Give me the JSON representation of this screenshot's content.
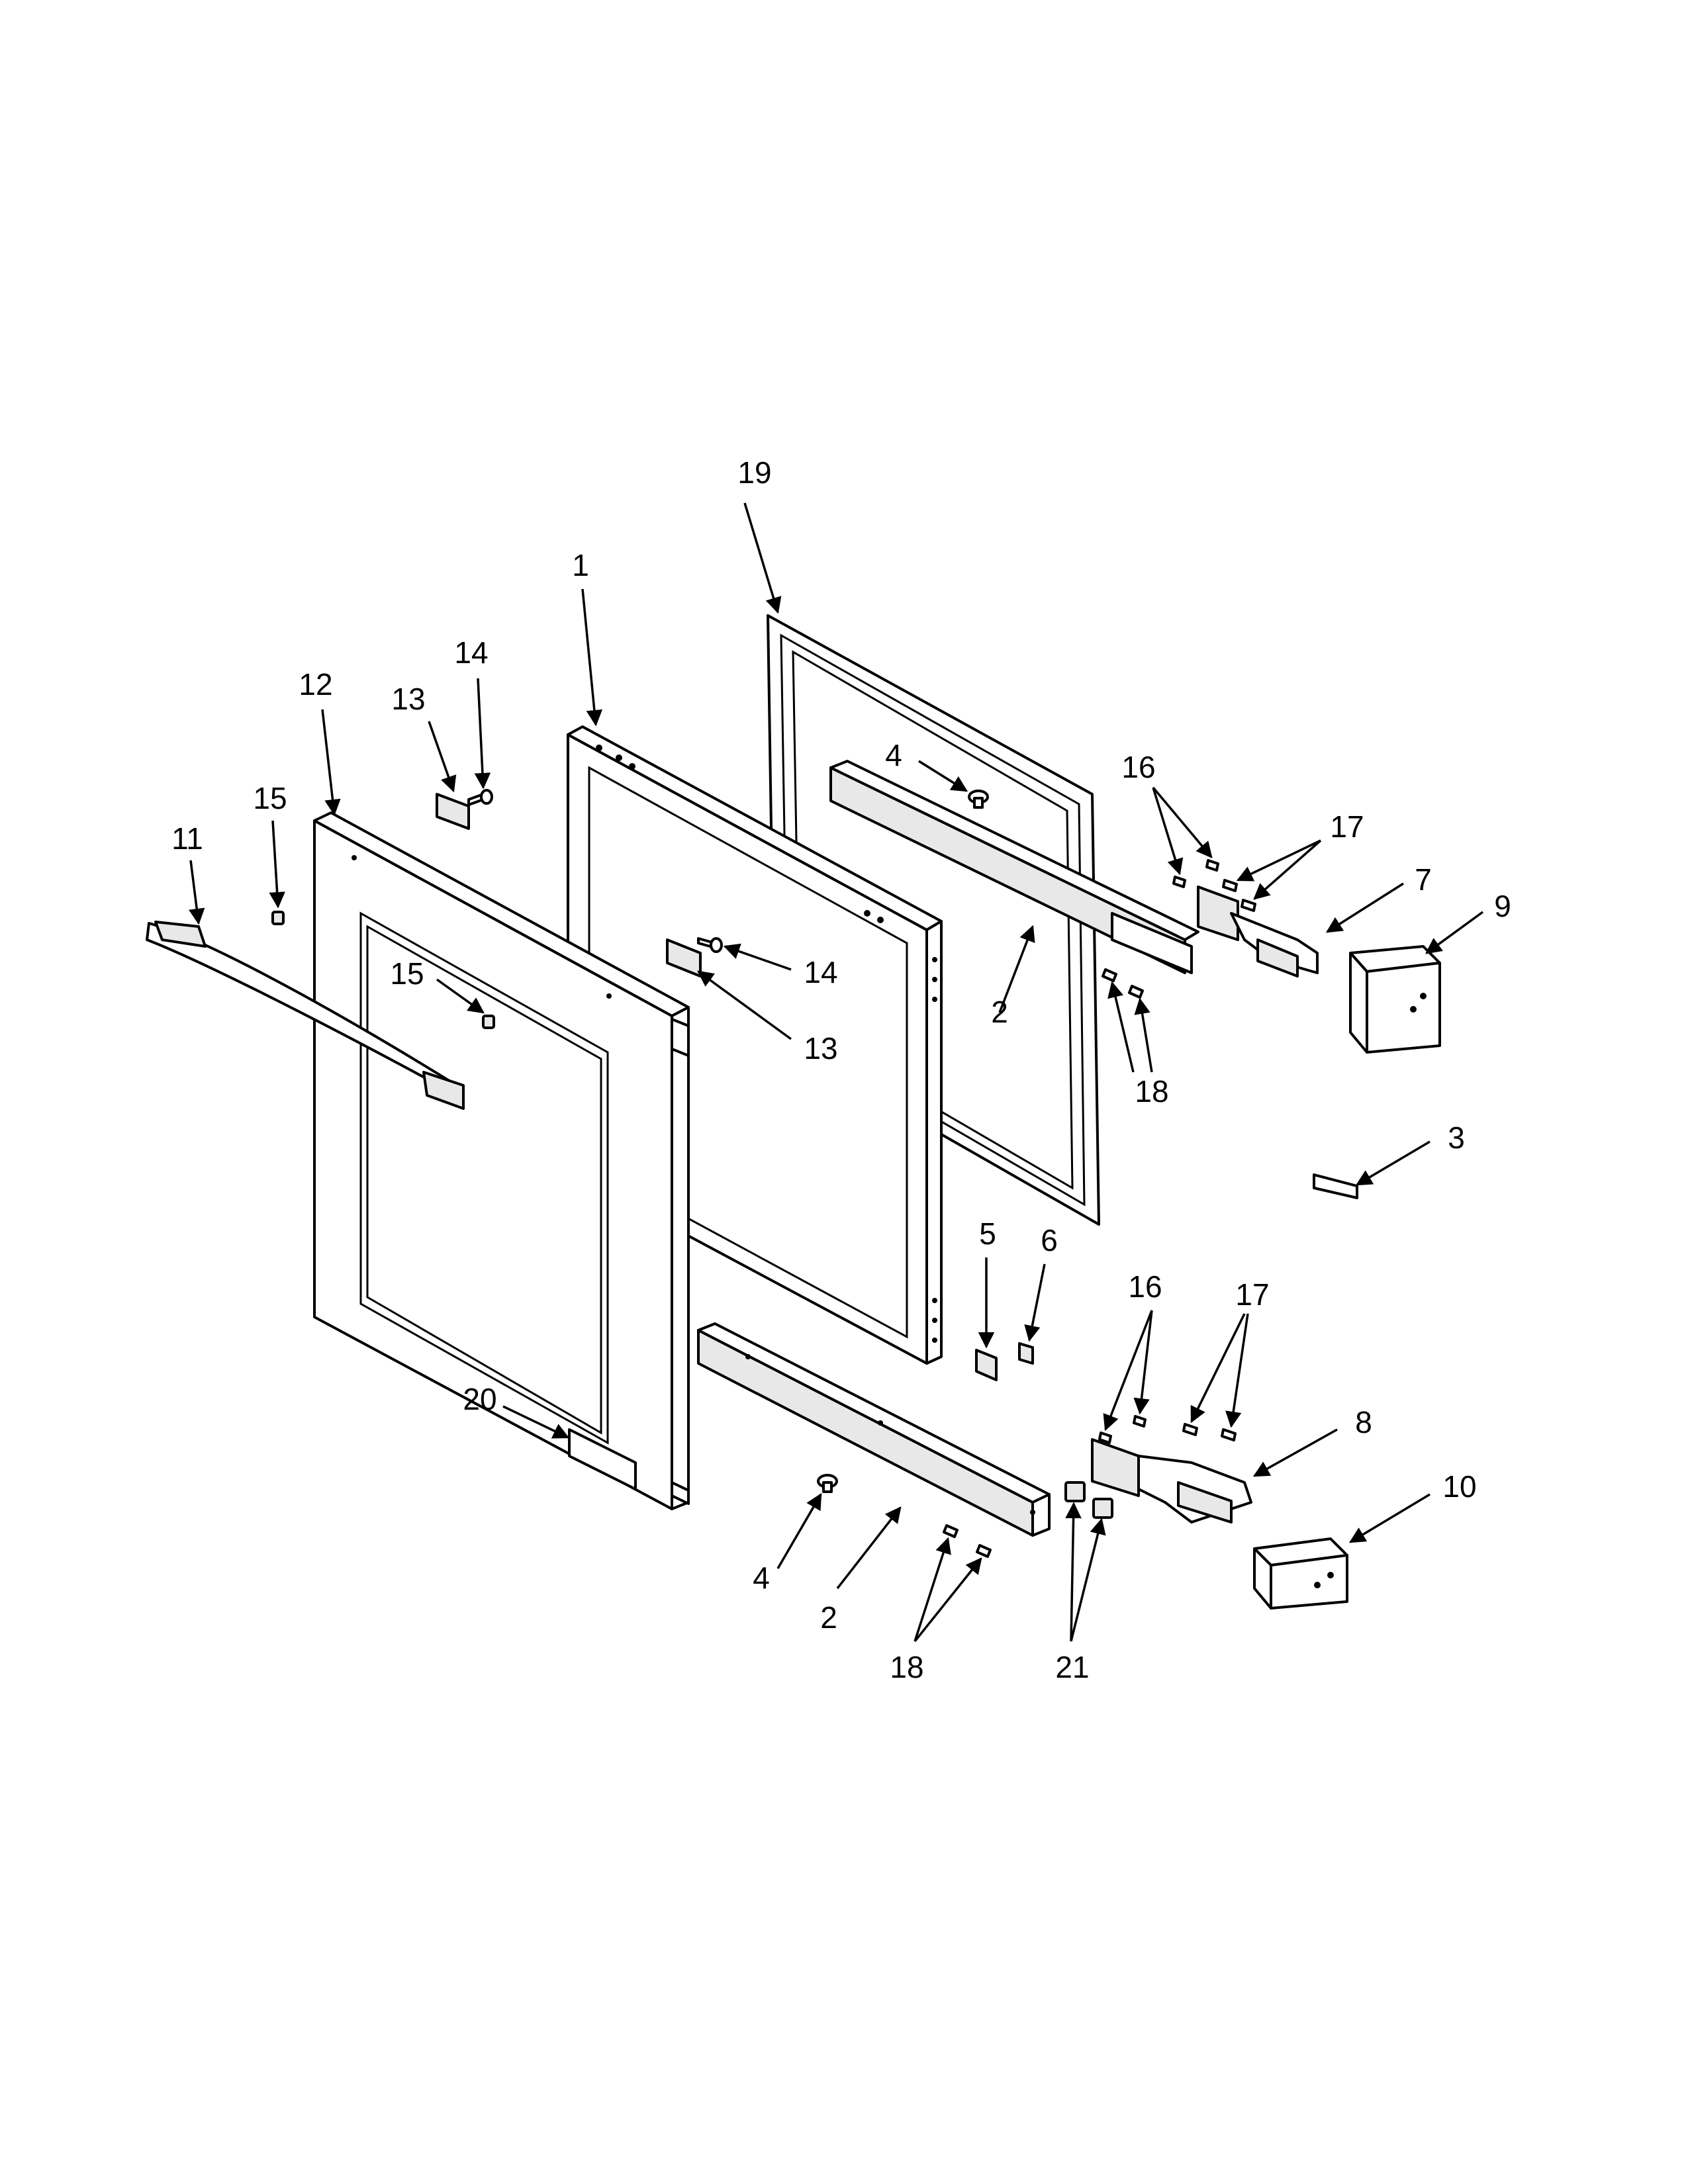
{
  "callouts": [
    {
      "id": "c1",
      "text": "1"
    },
    {
      "id": "c2a",
      "text": "2"
    },
    {
      "id": "c2b",
      "text": "2"
    },
    {
      "id": "c3",
      "text": "3"
    },
    {
      "id": "c4a",
      "text": "4"
    },
    {
      "id": "c4b",
      "text": "4"
    },
    {
      "id": "c5",
      "text": "5"
    },
    {
      "id": "c6",
      "text": "6"
    },
    {
      "id": "c7",
      "text": "7"
    },
    {
      "id": "c8",
      "text": "8"
    },
    {
      "id": "c9",
      "text": "9"
    },
    {
      "id": "c10",
      "text": "10"
    },
    {
      "id": "c11",
      "text": "11"
    },
    {
      "id": "c12",
      "text": "12"
    },
    {
      "id": "c13a",
      "text": "13"
    },
    {
      "id": "c13b",
      "text": "13"
    },
    {
      "id": "c14a",
      "text": "14"
    },
    {
      "id": "c14b",
      "text": "14"
    },
    {
      "id": "c15a",
      "text": "15"
    },
    {
      "id": "c15b",
      "text": "15"
    },
    {
      "id": "c16a",
      "text": "16"
    },
    {
      "id": "c16b",
      "text": "16"
    },
    {
      "id": "c17a",
      "text": "17"
    },
    {
      "id": "c17b",
      "text": "17"
    },
    {
      "id": "c18a",
      "text": "18"
    },
    {
      "id": "c18b",
      "text": "18"
    },
    {
      "id": "c19",
      "text": "19"
    },
    {
      "id": "c20",
      "text": "20"
    },
    {
      "id": "c21",
      "text": "21"
    }
  ]
}
